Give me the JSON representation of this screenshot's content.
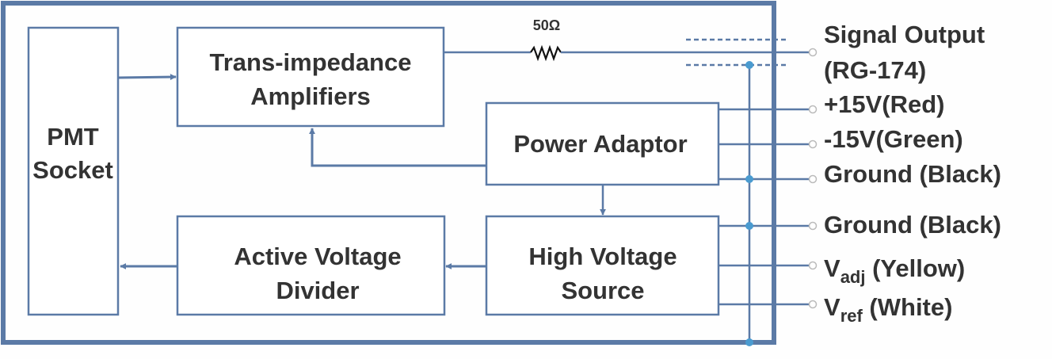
{
  "colors": {
    "line": "#5b7aa6",
    "enclosure": "#5b7aa6",
    "junction": "#4a9bd0",
    "text": "#333333",
    "resistor": "#111111"
  },
  "blocks": {
    "pmt_socket": {
      "line1": "PMT",
      "line2": "Socket"
    },
    "tia": {
      "line1": "Trans-impedance",
      "line2": "Amplifiers"
    },
    "power_adaptor": {
      "line1": "Power Adaptor"
    },
    "active_divider": {
      "line1": "Active Voltage",
      "line2": "Divider"
    },
    "hv_source": {
      "line1": "High Voltage",
      "line2": "Source"
    }
  },
  "resistor": {
    "label": "50Ω"
  },
  "terminals": [
    {
      "line1": "Signal Output",
      "line2": "(RG-174)"
    },
    {
      "main": "+15V(Red)"
    },
    {
      "main": "-15V(Green)"
    },
    {
      "main": "Ground (Black)"
    },
    {
      "main": "Ground (Black)"
    },
    {
      "base": "V",
      "sub": "adj",
      "rest": " (Yellow)"
    },
    {
      "base": "V",
      "sub": "ref",
      "rest": " (White)"
    }
  ]
}
